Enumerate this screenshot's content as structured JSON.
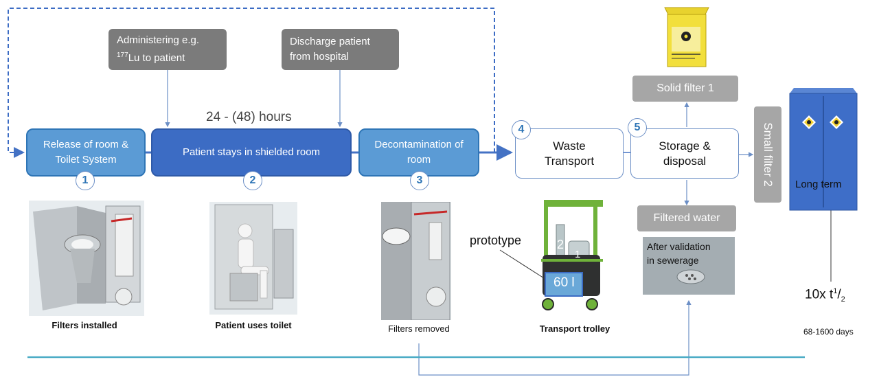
{
  "steps": [
    {
      "label": "Release of room & Toilet System",
      "num": "1"
    },
    {
      "label": "Patient stays in shielded room",
      "num": "2"
    },
    {
      "label": "Decontamination of room",
      "num": "3"
    },
    {
      "label": "Waste Transport",
      "num": "4"
    },
    {
      "label": "Storage & disposal",
      "num": "5"
    }
  ],
  "notes": {
    "administering_line1": "Administering e.g.",
    "administering_sup": "177",
    "administering_line2": "Lu to patient",
    "discharge": "Discharge patient from hospital",
    "hours": "24 - (48) hours"
  },
  "outputs": {
    "solid_filter": "Solid filter 1",
    "small_filter": "Small filter 2",
    "filtered_water": "Filtered water",
    "validation": "After validation in sewerage",
    "long_term": "Long term"
  },
  "captions": {
    "filters_installed": "Filters installed",
    "patient_uses": "Patient uses toilet",
    "filters_removed": "Filters removed",
    "transport_trolley": "Transport trolley",
    "prototype": "prototype",
    "trolley_volume": "60 l",
    "trolley_item_2": "2",
    "trolley_item_1": "1",
    "half_life": "10x t",
    "half_life_sup": "1",
    "half_life_sub": "2",
    "days": "68-1600 days"
  },
  "colors": {
    "light_blue": "#5b9bd5",
    "dark_blue": "#3c6cc4",
    "cabinet_blue": "#3e6ec8",
    "grey": "#7b7b7b",
    "teal_line": "#4bacc6"
  }
}
